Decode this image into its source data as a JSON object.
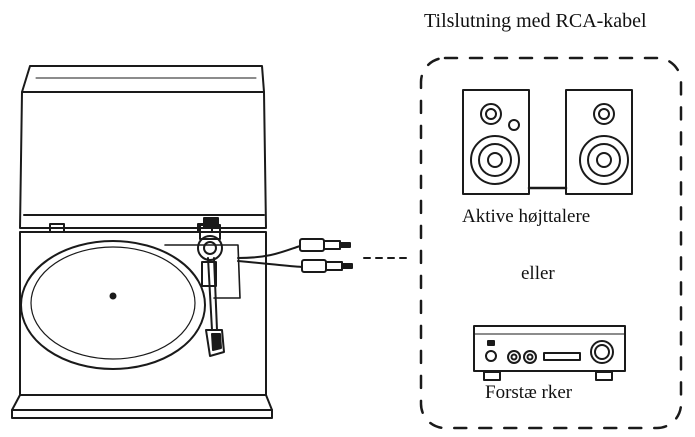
{
  "heading": "Tilslutning med RCA-kabel",
  "labels": {
    "speakers": "Aktive højttalere",
    "or": "eller",
    "amplifier": "Forstæ rker"
  },
  "colors": {
    "line": "#1a1a1a",
    "background": "#ffffff"
  },
  "icons": [
    "turntable-icon",
    "rca-cable-icon",
    "speaker-icon",
    "amplifier-icon"
  ]
}
